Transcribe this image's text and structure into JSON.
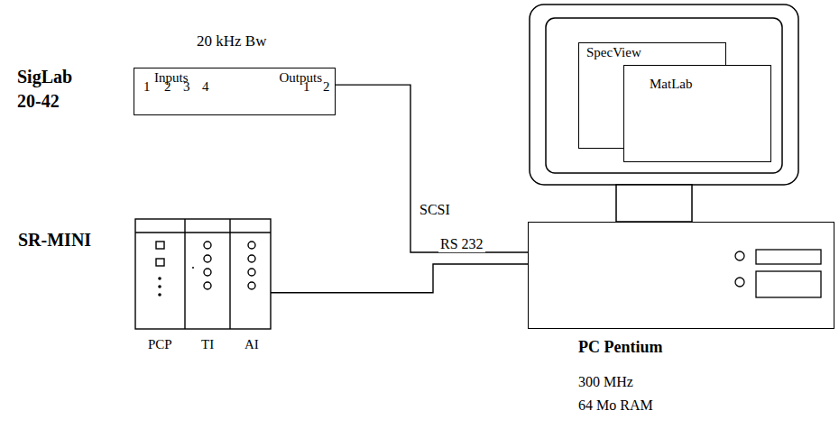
{
  "diagram": {
    "nodes": [
      {
        "text": [
          "SigLab 20-42",
          "Inputs",
          "Outputs"
        ]
      },
      {
        "text": [
          "SR-MINI"
        ]
      },
      {
        "text": [
          "PC Pentium",
          "300 MHz",
          "64 Mo RAM"
        ]
      },
      {
        "text": [
          "SpecView"
        ]
      },
      {
        "text": [
          "MatLab"
        ]
      }
    ],
    "edges": [
      {
        "from": 0,
        "to": 2,
        "label": "SCSI",
        "arrow": "none"
      },
      {
        "from": 1,
        "to": 2,
        "label": "RS 232",
        "arrow": "none"
      }
    ],
    "labels": [
      "20 kHz Bw",
      "1",
      "2",
      "3",
      "4",
      "1",
      "2",
      "PCP",
      "TI",
      "AI"
    ]
  }
}
